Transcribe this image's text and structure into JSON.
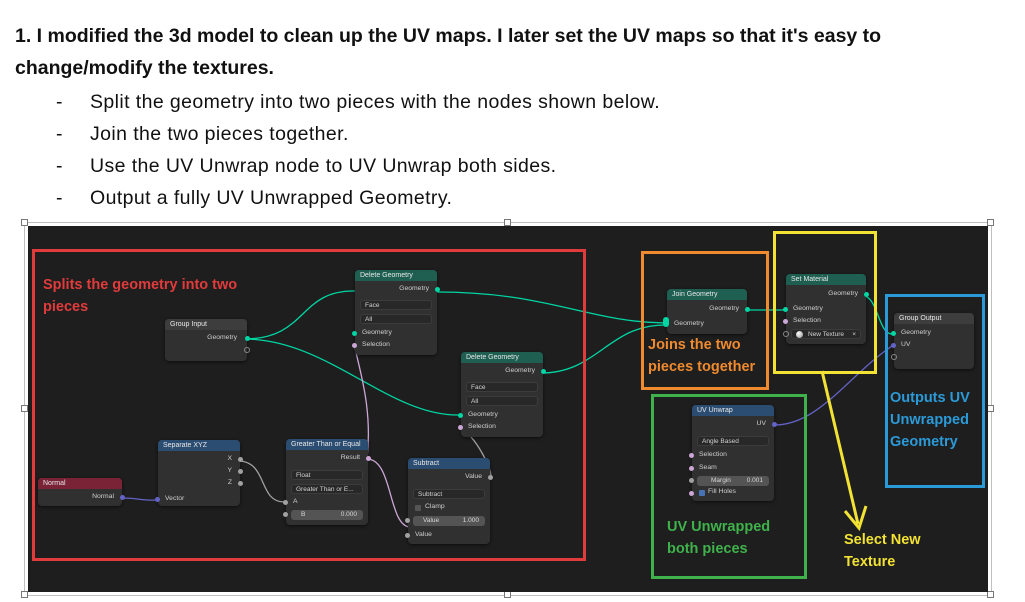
{
  "heading": "1. I modified the 3d model to clean up the UV maps. I later set the UV maps so that it's easy to change/modify the textures.",
  "bullet_marker": "-",
  "bullets": [
    "Split the geometry into two pieces with the nodes shown below.",
    "Join the two pieces together.",
    "Use the UV Unwrap node to UV Unwrap both sides.",
    "Output a fully UV Unwrapped Geometry."
  ],
  "annotations": {
    "split": {
      "text": "Splits the geometry into two pieces",
      "color": "#e23b3b"
    },
    "join": {
      "text": "Joins the two pieces together",
      "color": "#f08a2e"
    },
    "uv": {
      "text": "UV Unwrapped both pieces",
      "color": "#3fb24b"
    },
    "texture": {
      "text": "Select New Texture",
      "color": "#f2e233"
    },
    "outputs": {
      "text": "Outputs UV Unwrapped Geometry",
      "color": "#2b9ad8"
    }
  },
  "nodes": {
    "group_input": {
      "title": "Group Input",
      "geometry": "Geometry"
    },
    "delete1": {
      "title": "Delete Geometry",
      "geometry_out": "Geometry",
      "domain": "Face",
      "mode": "All",
      "geometry_in": "Geometry",
      "selection": "Selection"
    },
    "delete2": {
      "title": "Delete Geometry",
      "geometry_out": "Geometry",
      "domain": "Face",
      "mode": "All",
      "geometry_in": "Geometry",
      "selection": "Selection"
    },
    "separate": {
      "title": "Separate XYZ",
      "x": "X",
      "y": "Y",
      "z": "Z",
      "vector": "Vector"
    },
    "normal": {
      "title": "Normal",
      "output": "Normal"
    },
    "greater": {
      "title": "Greater Than or Equal",
      "result": "Result",
      "type": "Float",
      "op": "Greater Than or E...",
      "a": "A",
      "b_label": "B",
      "b_value": "0.000"
    },
    "subtract": {
      "title": "Subtract",
      "value_out": "Value",
      "op": "Subtract",
      "clamp": "Clamp",
      "value_label": "Value",
      "value_num": "1.000",
      "value_in": "Value"
    },
    "join": {
      "title": "Join Geometry",
      "geometry_out": "Geometry",
      "geometry_in": "Geometry"
    },
    "set_material": {
      "title": "Set Material",
      "geometry_out": "Geometry",
      "geometry_in": "Geometry",
      "selection": "Selection",
      "material": "New Texture",
      "close": "×"
    },
    "group_output": {
      "title": "Group Output",
      "geometry": "Geometry",
      "uv": "UV"
    },
    "uv_unwrap": {
      "title": "UV Unwrap",
      "uv_out": "UV",
      "method": "Angle Based",
      "selection": "Selection",
      "seam": "Seam",
      "margin_label": "Margin",
      "margin_value": "0.001",
      "fill_holes": "Fill Holes"
    }
  }
}
